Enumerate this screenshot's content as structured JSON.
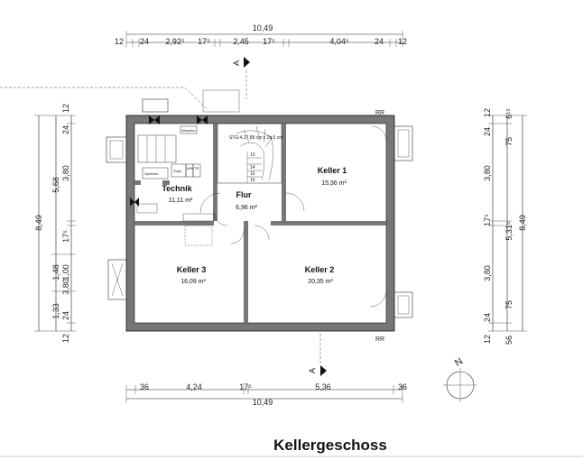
{
  "title": "Kellergeschoss",
  "top_dims": {
    "total": "10,49",
    "segments": [
      "12",
      "24",
      "2,92⁵",
      "17⁵",
      "2,45",
      "17⁵",
      "4,04⁵",
      "24",
      "12"
    ]
  },
  "bottom_dims": {
    "total": "10,49",
    "segments": [
      "36",
      "4,24",
      "17⁵",
      "5,36",
      "36"
    ]
  },
  "left_dims": {
    "total": "8,49",
    "inner": [
      "5,68",
      "1,48",
      "1,33"
    ],
    "segments": [
      "12",
      "24",
      "3,80",
      "17⁵",
      "1,00",
      "3,80",
      "24",
      "12"
    ]
  },
  "right_dims": {
    "total": "8,49",
    "inner": [
      "6¹⁵",
      "5,31⁵",
      "56"
    ],
    "segments": [
      "12",
      "24",
      "75",
      "3,80",
      "17⁵",
      "3,80",
      "24",
      "75",
      "12"
    ]
  },
  "rooms": [
    {
      "name": "Technik",
      "area": "11,11 m²"
    },
    {
      "name": "Flur",
      "area": "6,96 m²"
    },
    {
      "name": "Keller 1",
      "area": "15,36 m²"
    },
    {
      "name": "Keller 2",
      "area": "20,35 m²"
    },
    {
      "name": "Keller 3",
      "area": "16,09 m²"
    }
  ],
  "stair_label": "STG:4,17,88 cm x 2b,5 cm",
  "stair_steps": [
    "13",
    "14",
    "15",
    "16"
  ],
  "section_mark": "A",
  "rr_label": "RR",
  "north_label": "N",
  "technik_labels": [
    "Gully",
    "WW",
    "TR",
    "Speicher",
    "Waschm."
  ]
}
